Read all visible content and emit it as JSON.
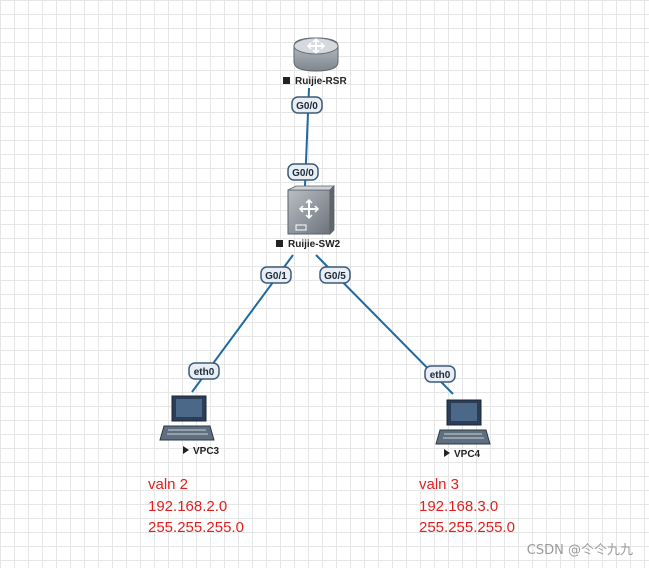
{
  "nodes": {
    "router": {
      "name": "Ruijie-RSR",
      "icon": "router-icon"
    },
    "switch": {
      "name": "Ruijie-SW2",
      "icon": "switch-icon"
    },
    "vpc3": {
      "name": "VPC3",
      "icon": "pc-icon"
    },
    "vpc4": {
      "name": "VPC4",
      "icon": "pc-icon"
    }
  },
  "ports": {
    "router_g00": "G0/0",
    "switch_g00": "G0/0",
    "switch_g01": "G0/1",
    "switch_g05": "G0/5",
    "vpc3_eth0": "eth0",
    "vpc4_eth0": "eth0"
  },
  "notes": {
    "vpc3": {
      "vlan": "valn 2",
      "network": "192.168.2.0",
      "mask": "255.255.255.0"
    },
    "vpc4": {
      "vlan": "valn 3",
      "network": "192.168.3.0",
      "mask": "255.255.255.0"
    }
  },
  "watermark": "CSDN @仒仒九九",
  "colors": {
    "link": "#1f6aa0",
    "port_fill": "#e8eef4",
    "port_border": "#3c5a78",
    "note_text": "#e02020"
  }
}
